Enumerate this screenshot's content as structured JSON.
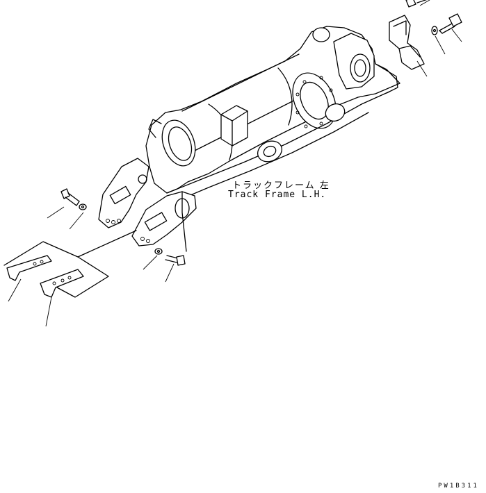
{
  "labels": {
    "part_name_jp": "トラックフレーム 左",
    "part_name_en": "Track Frame L.H.",
    "drawing_code": "PW1B311"
  },
  "colors": {
    "line": "#000000",
    "background": "#ffffff"
  },
  "icons": [
    "track-frame-drawing",
    "bolt-icon",
    "washer-icon",
    "bracket-icon",
    "guard-icon"
  ]
}
